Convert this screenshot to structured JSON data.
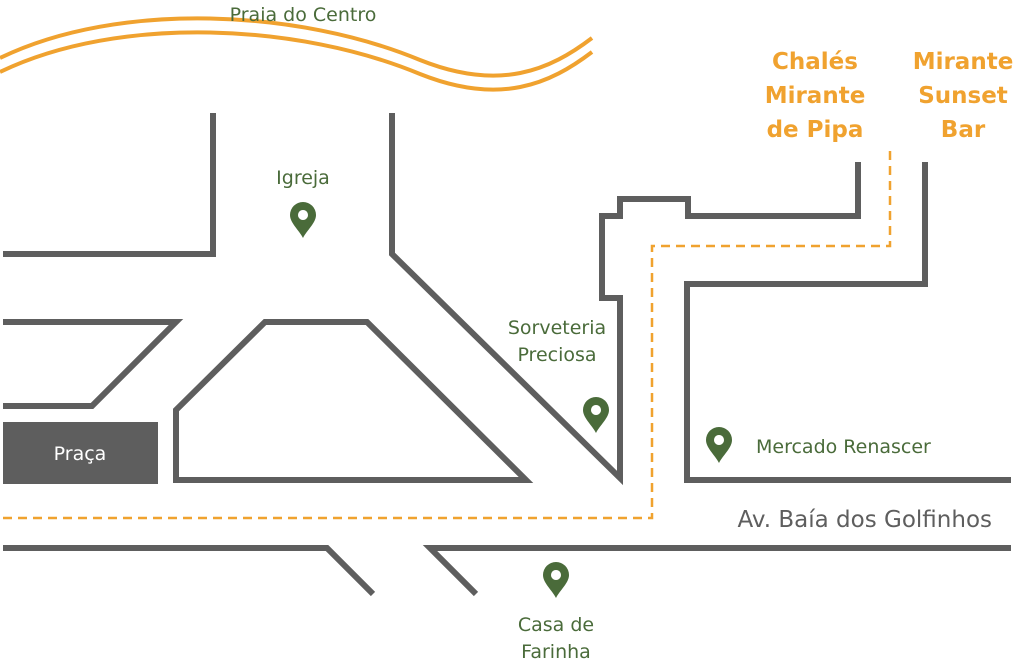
{
  "map": {
    "colors": {
      "road": "#5e5e5e",
      "accent": "#f0a22f",
      "poi": "#4a6b3a",
      "street_label": "#5e5e5e",
      "square_fill": "#5e5e5e",
      "square_text": "#ffffff"
    },
    "beach": {
      "label": "Praia do Centro"
    },
    "square": {
      "label": "Praça"
    },
    "street": {
      "label": "Av. Baía dos Golfinhos"
    },
    "pois": {
      "igreja": {
        "label": "Igreja",
        "icon": "map-pin-icon"
      },
      "sorveteria": {
        "line1": "Sorveteria",
        "line2": "Preciosa",
        "icon": "map-pin-icon"
      },
      "mercado": {
        "label": "Mercado Renascer",
        "icon": "map-pin-icon"
      },
      "casa": {
        "line1": "Casa de",
        "line2": "Farinha",
        "icon": "map-pin-icon"
      }
    },
    "destinations": {
      "chales": {
        "line1": "Chalés",
        "line2": "Mirante",
        "line3": "de Pipa"
      },
      "bar": {
        "line1": "Mirante",
        "line2": "Sunset",
        "line3": "Bar"
      }
    }
  }
}
